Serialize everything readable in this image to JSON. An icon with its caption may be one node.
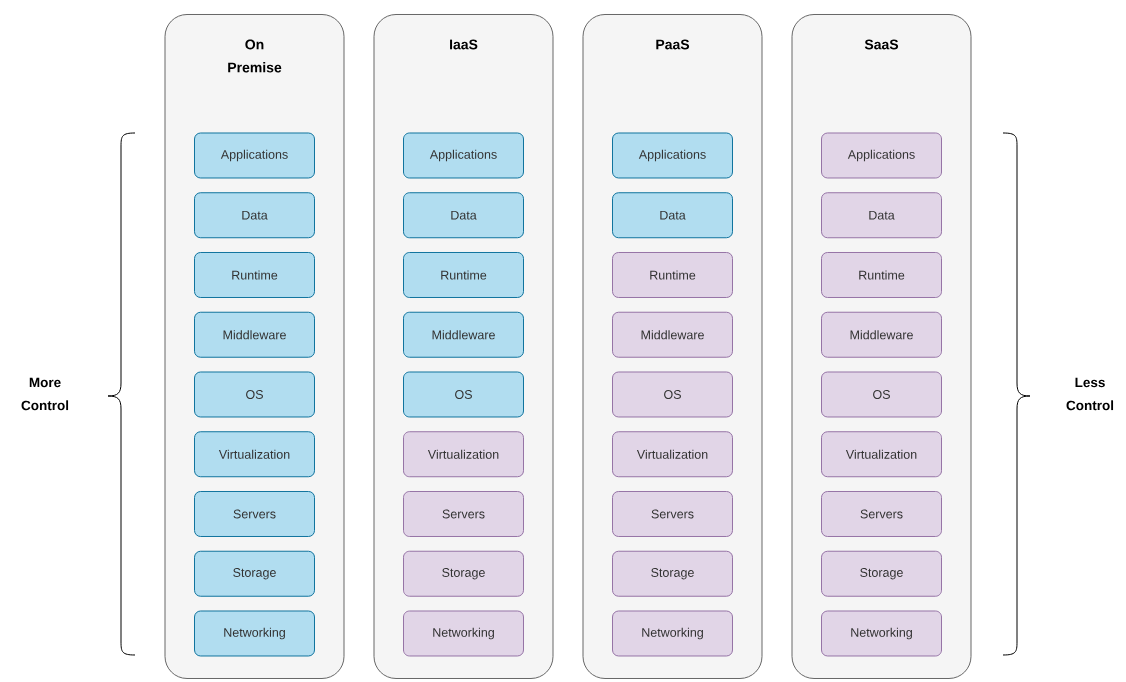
{
  "diagram": {
    "nodes": [
      {
        "text": [
          "On Premise"
        ]
      },
      {
        "text": [
          "Applications"
        ],
        "in": 0
      },
      {
        "text": [
          "Data"
        ],
        "in": 0
      },
      {
        "text": [
          "Runtime"
        ],
        "in": 0
      },
      {
        "text": [
          "Middleware"
        ],
        "in": 0
      },
      {
        "text": [
          "OS"
        ],
        "in": 0
      },
      {
        "text": [
          "Virtualization"
        ],
        "in": 0
      },
      {
        "text": [
          "Servers"
        ],
        "in": 0
      },
      {
        "text": [
          "Storage"
        ],
        "in": 0
      },
      {
        "text": [
          "Networking"
        ],
        "in": 0
      },
      {
        "text": [
          "IaaS"
        ]
      },
      {
        "text": [
          "Applications"
        ],
        "in": 10
      },
      {
        "text": [
          "Data"
        ],
        "in": 10
      },
      {
        "text": [
          "Runtime"
        ],
        "in": 10
      },
      {
        "text": [
          "Middleware"
        ],
        "in": 10
      },
      {
        "text": [
          "OS"
        ],
        "in": 10
      },
      {
        "text": [
          "Virtualization"
        ],
        "in": 10
      },
      {
        "text": [
          "Servers"
        ],
        "in": 10
      },
      {
        "text": [
          "Storage"
        ],
        "in": 10
      },
      {
        "text": [
          "Networking"
        ],
        "in": 10
      },
      {
        "text": [
          "PaaS"
        ]
      },
      {
        "text": [
          "Applications"
        ],
        "in": 20
      },
      {
        "text": [
          "Data"
        ],
        "in": 20
      },
      {
        "text": [
          "Runtime"
        ],
        "in": 20
      },
      {
        "text": [
          "Middleware"
        ],
        "in": 20
      },
      {
        "text": [
          "OS"
        ],
        "in": 20
      },
      {
        "text": [
          "Virtualization"
        ],
        "in": 20
      },
      {
        "text": [
          "Servers"
        ],
        "in": 20
      },
      {
        "text": [
          "Storage"
        ],
        "in": 20
      },
      {
        "text": [
          "Networking"
        ],
        "in": 20
      },
      {
        "text": [
          "SaaS"
        ]
      },
      {
        "text": [
          "Applications"
        ],
        "in": 30
      },
      {
        "text": [
          "Data"
        ],
        "in": 30
      },
      {
        "text": [
          "Runtime"
        ],
        "in": 30
      },
      {
        "text": [
          "Middleware"
        ],
        "in": 30
      },
      {
        "text": [
          "OS"
        ],
        "in": 30
      },
      {
        "text": [
          "Virtualization"
        ],
        "in": 30
      },
      {
        "text": [
          "Servers"
        ],
        "in": 30
      },
      {
        "text": [
          "Storage"
        ],
        "in": 30
      },
      {
        "text": [
          "Networking"
        ],
        "in": 30
      }
    ],
    "labels": [
      "More Control",
      "Less Control"
    ]
  }
}
